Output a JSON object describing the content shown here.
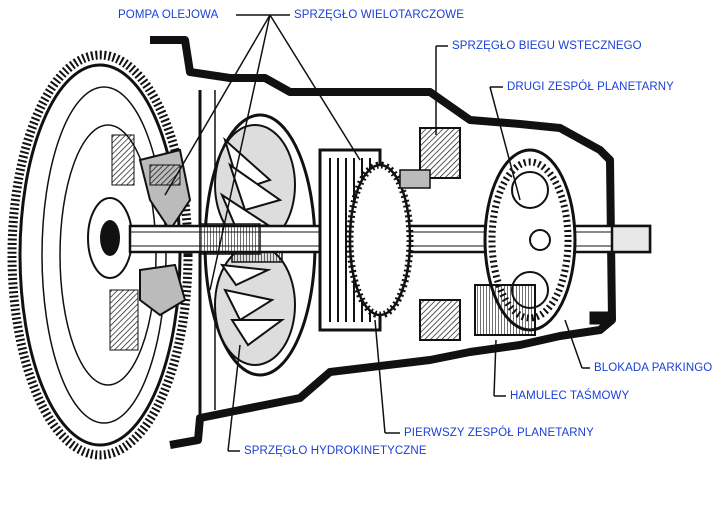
{
  "colors": {
    "label_text": "#1a3fd6",
    "leader_line": "#111111",
    "drawing_ink": "#111111",
    "background": "#ffffff"
  },
  "labels": {
    "oil_pump": "POMPA OLEJOWA",
    "multiplate_clutch": "SPRZĘGŁO WIELOTARCZOWE",
    "reverse_clutch": "SPRZĘGŁO BIEGU WSTECZNEGO",
    "second_planetary": "DRUGI ZESPÓŁ PLANETARNY",
    "parking_lock": "BLOKADA PARKINGO",
    "band_brake": "HAMULEC TAŚMOWY",
    "first_planetary": "PIERWSZY ZESPÓŁ PLANETARNY",
    "torque_converter": "SPRZĘGŁO HYDROKINETYCZNE"
  }
}
